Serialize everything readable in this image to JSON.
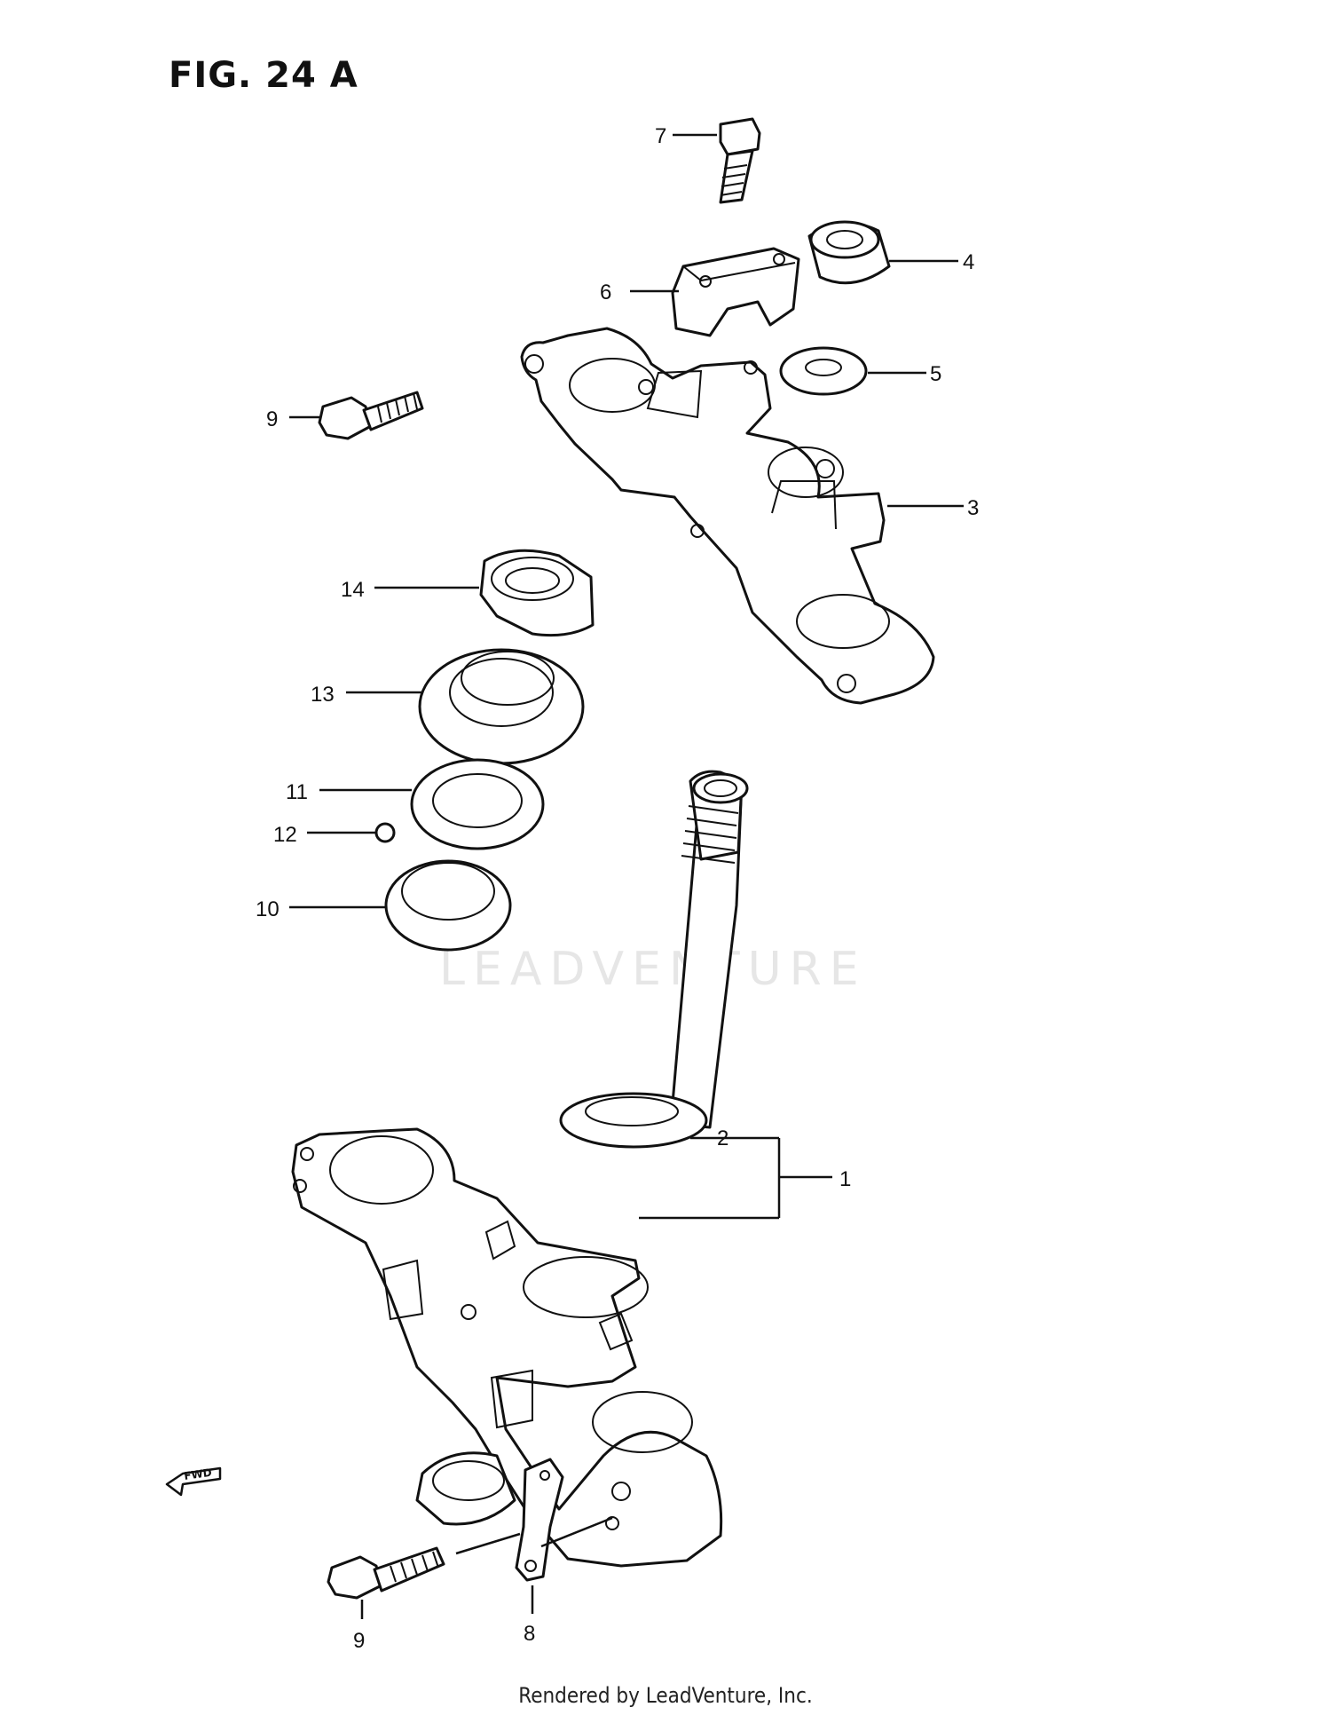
{
  "figure_title": "FIG. 24 A",
  "watermark": "LEADVENTURE",
  "footer_text": "Rendered by LeadVenture, Inc.",
  "direction_tag": "FWD",
  "callouts": {
    "c1": "1",
    "c2": "2",
    "c3": "3",
    "c4": "4",
    "c5": "5",
    "c6": "6",
    "c7": "7",
    "c8": "8",
    "c9a": "9",
    "c9b": "9",
    "c10": "10",
    "c11": "11",
    "c12": "12",
    "c13": "13",
    "c14": "14"
  }
}
